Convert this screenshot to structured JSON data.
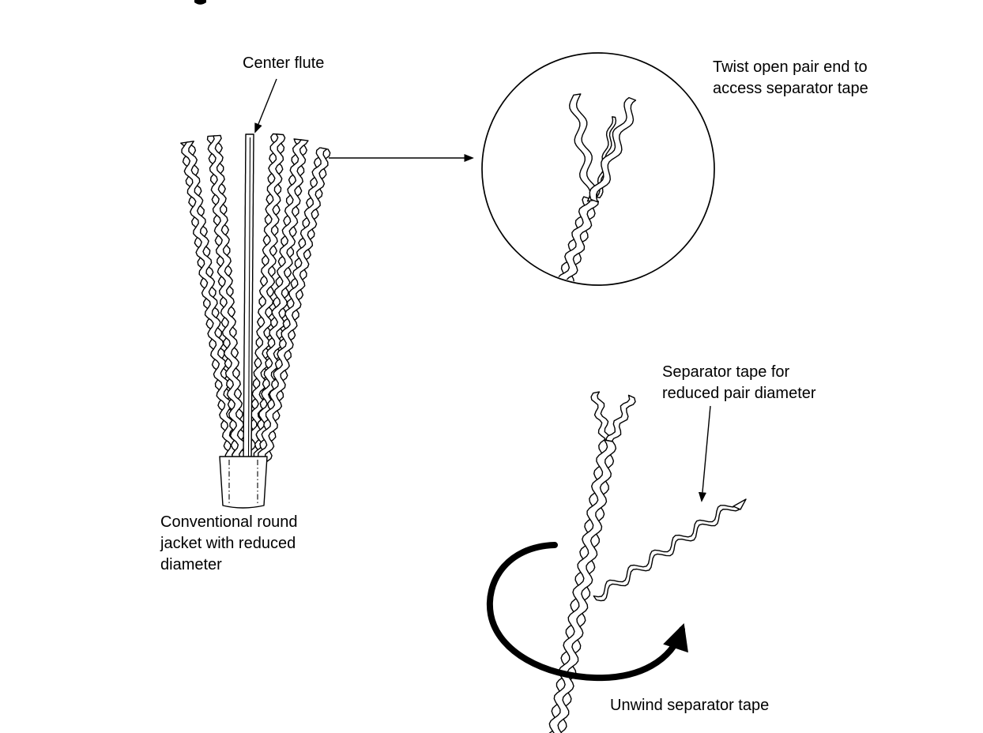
{
  "labels": {
    "center_flute": "Center flute",
    "twist_open": "Twist open pair end to\naccess separator tape",
    "separator_tape": "Separator tape for\nreduced pair diameter",
    "jacket": "Conventional round\njacket with reduced\ndiameter",
    "unwind": "Unwind separator tape"
  },
  "figure": {
    "type": "technical-line-diagram",
    "subject": "Cable preparation: fluted cable with twisted pairs, opening a pair end and unwinding separator tape",
    "colors": {
      "line": "#000000",
      "background": "#ffffff"
    }
  }
}
